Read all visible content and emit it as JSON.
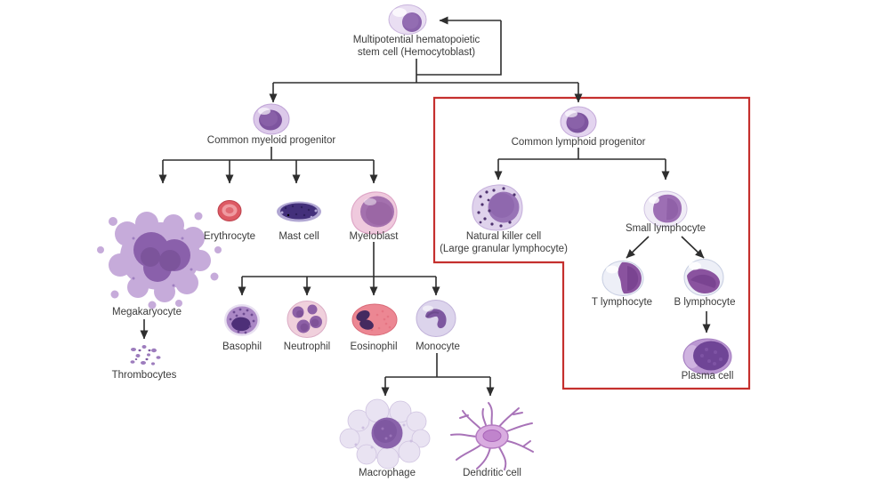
{
  "diagram": {
    "type": "hematopoiesis-lineage-tree",
    "nodes": {
      "hemocytoblast": {
        "label_line1": "Multipotential hematopoietic",
        "label_line2": "stem cell (Hemocytoblast)"
      },
      "common_myeloid_progenitor": {
        "label": "Common myeloid progenitor"
      },
      "common_lymphoid_progenitor": {
        "label": "Common lymphoid progenitor"
      },
      "megakaryocyte": {
        "label": "Megakaryocyte"
      },
      "thrombocytes": {
        "label": "Thrombocytes"
      },
      "erythrocyte": {
        "label": "Erythrocyte"
      },
      "mast_cell": {
        "label": "Mast cell"
      },
      "myeloblast": {
        "label": "Myeloblast"
      },
      "basophil": {
        "label": "Basophil"
      },
      "neutrophil": {
        "label": "Neutrophil"
      },
      "eosinophil": {
        "label": "Eosinophil"
      },
      "monocyte": {
        "label": "Monocyte"
      },
      "macrophage": {
        "label": "Macrophage"
      },
      "dendritic_cell": {
        "label": "Dendritic cell"
      },
      "natural_killer_cell": {
        "label_line1": "Natural killer cell",
        "label_line2": "(Large granular lymphocyte)"
      },
      "small_lymphocyte": {
        "label": "Small lymphocyte"
      },
      "t_lymphocyte": {
        "label": "T lymphocyte"
      },
      "b_lymphocyte": {
        "label": "B lymphocyte"
      },
      "plasma_cell": {
        "label": "Plasma cell"
      }
    },
    "edges": [
      {
        "from": "hemocytoblast",
        "to": "hemocytoblast",
        "note": "self-renewal loop"
      },
      {
        "from": "hemocytoblast",
        "to": "common_myeloid_progenitor"
      },
      {
        "from": "hemocytoblast",
        "to": "common_lymphoid_progenitor"
      },
      {
        "from": "common_myeloid_progenitor",
        "to": "megakaryocyte"
      },
      {
        "from": "common_myeloid_progenitor",
        "to": "erythrocyte"
      },
      {
        "from": "common_myeloid_progenitor",
        "to": "mast_cell"
      },
      {
        "from": "common_myeloid_progenitor",
        "to": "myeloblast"
      },
      {
        "from": "megakaryocyte",
        "to": "thrombocytes"
      },
      {
        "from": "myeloblast",
        "to": "basophil"
      },
      {
        "from": "myeloblast",
        "to": "neutrophil"
      },
      {
        "from": "myeloblast",
        "to": "eosinophil"
      },
      {
        "from": "myeloblast",
        "to": "monocyte"
      },
      {
        "from": "monocyte",
        "to": "macrophage"
      },
      {
        "from": "monocyte",
        "to": "dendritic_cell"
      },
      {
        "from": "common_lymphoid_progenitor",
        "to": "natural_killer_cell"
      },
      {
        "from": "common_lymphoid_progenitor",
        "to": "small_lymphocyte"
      },
      {
        "from": "small_lymphocyte",
        "to": "t_lymphocyte"
      },
      {
        "from": "small_lymphocyte",
        "to": "b_lymphocyte"
      },
      {
        "from": "b_lymphocyte",
        "to": "plasma_cell"
      }
    ],
    "highlight": {
      "region": "lymphoid lineage",
      "shape": "stepped rectangle"
    },
    "colors": {
      "highlight_box": "#c5302e",
      "connector": "#2e2e2e",
      "text": "#3b3b3b",
      "background": "#ffffff"
    }
  }
}
